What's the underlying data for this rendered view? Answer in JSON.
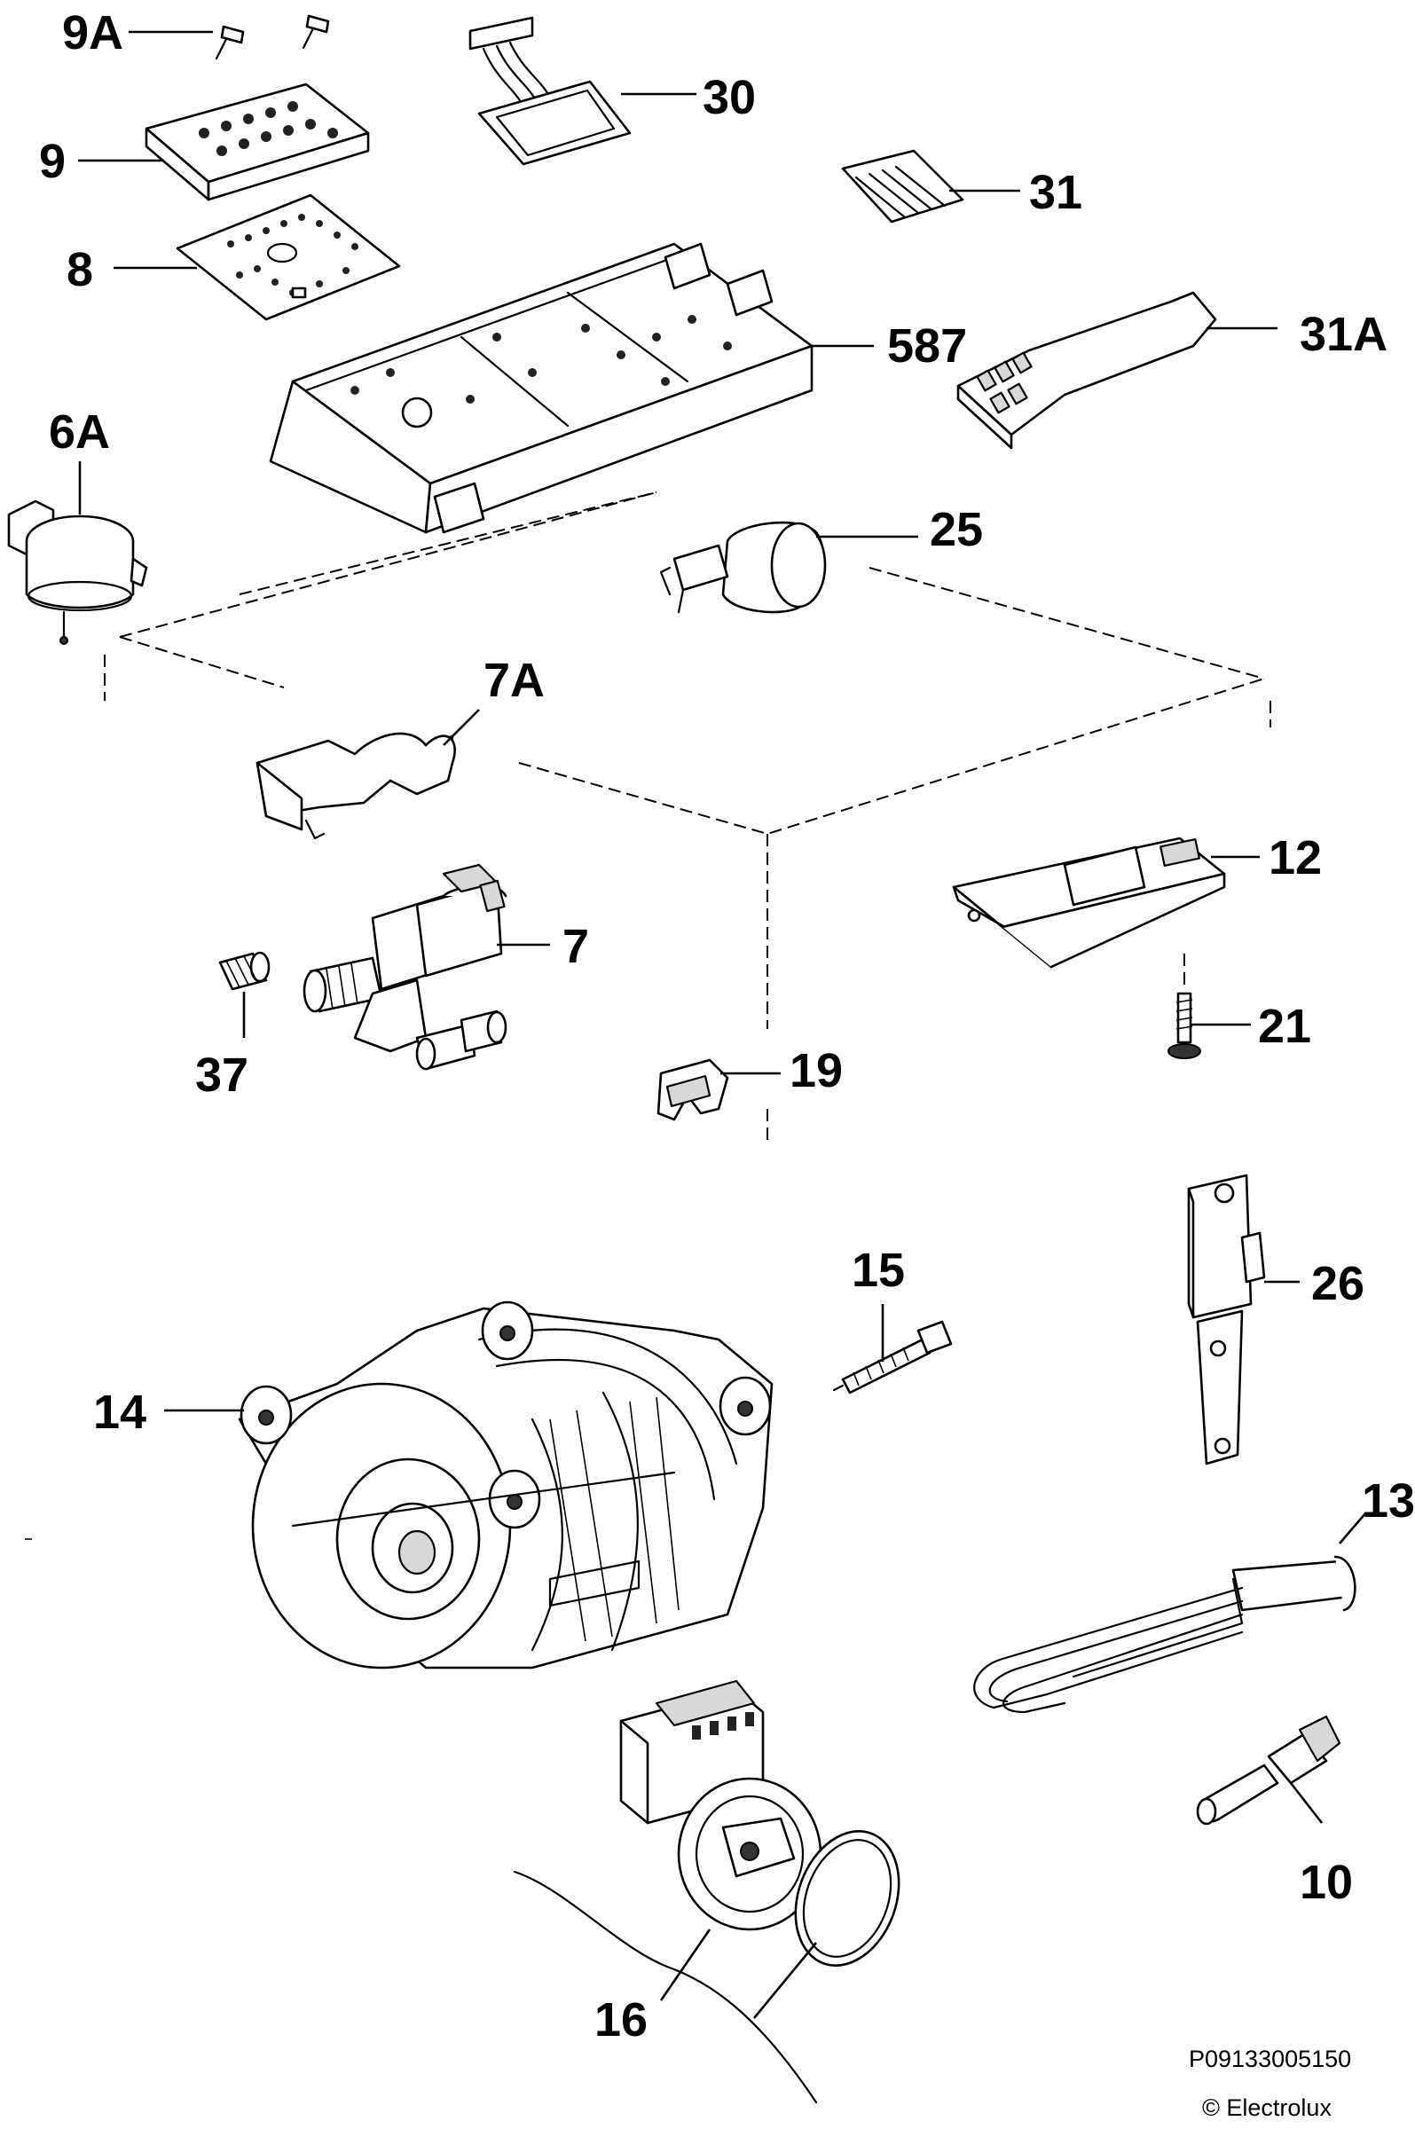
{
  "diagram": {
    "labels": {
      "l9A": "9A",
      "l9": "9",
      "l8": "8",
      "l30": "30",
      "l31": "31",
      "l587": "587",
      "l31A": "31A",
      "l6A": "6A",
      "l25": "25",
      "l7A": "7A",
      "l12": "12",
      "l7": "7",
      "l37": "37",
      "l21": "21",
      "l19": "19",
      "l15": "15",
      "l26": "26",
      "l14": "14",
      "l13": "13",
      "l10": "10",
      "l16": "16"
    },
    "reference_code": "P09133005150",
    "copyright": "© Electrolux"
  }
}
